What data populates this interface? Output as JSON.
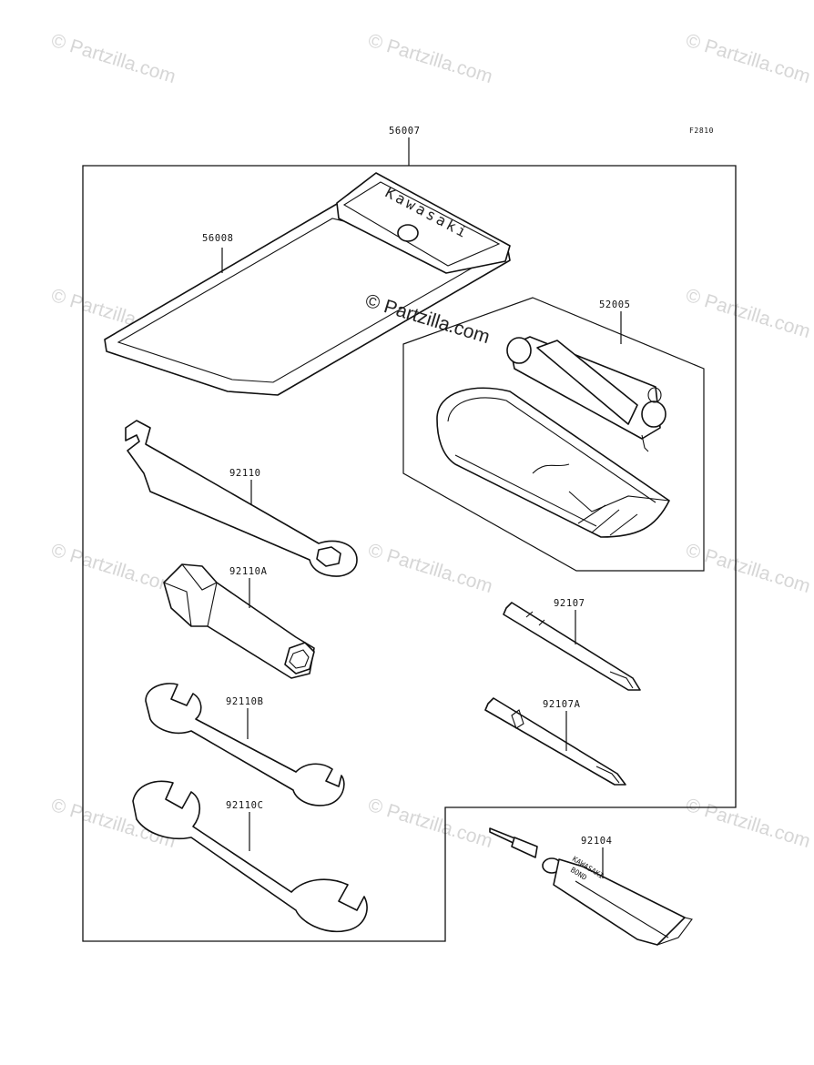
{
  "diagram": {
    "figure_code": "F2810",
    "watermark": "© Partzilla.com",
    "parts": [
      {
        "id": "56007"
      },
      {
        "id": "56008"
      },
      {
        "id": "52005"
      },
      {
        "id": "92110"
      },
      {
        "id": "92110A"
      },
      {
        "id": "92110B"
      },
      {
        "id": "92110C"
      },
      {
        "id": "92107"
      },
      {
        "id": "92107A"
      },
      {
        "id": "92104"
      }
    ],
    "pouch_brand": "Kawasaki",
    "tube_label_line1": "KAWASAKI",
    "tube_label_line2": "BOND"
  }
}
